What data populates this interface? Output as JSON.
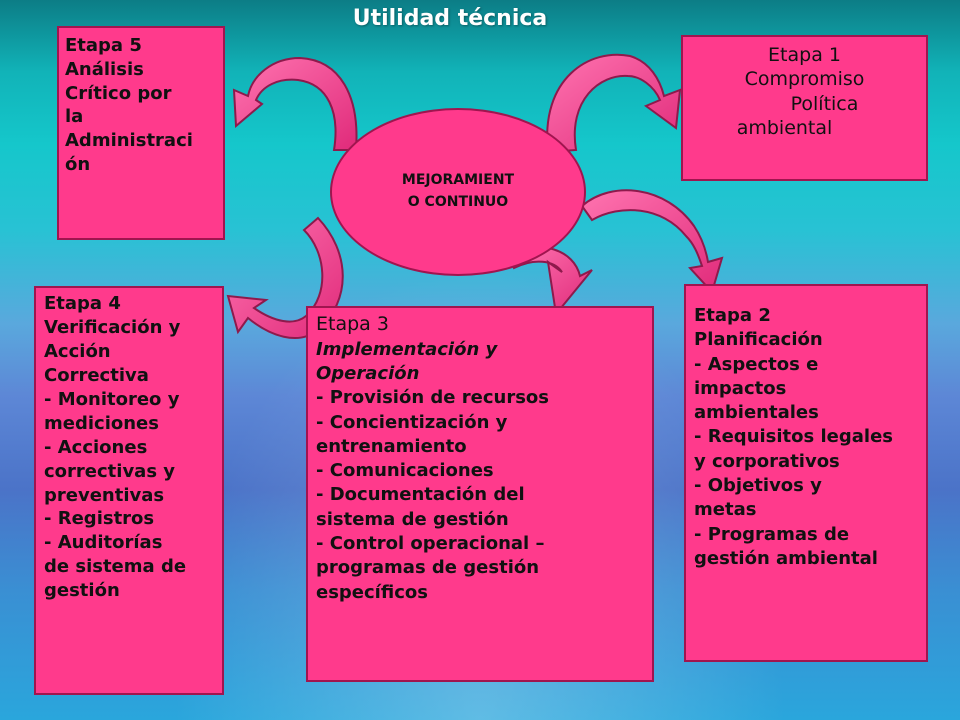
{
  "title": "Utilidad técnica",
  "center": {
    "lines": [
      "MEJORAMIENT",
      "O CONTINUO"
    ]
  },
  "etapa5": {
    "lines": [
      "Etapa 5",
      "Análisis",
      "Crítico por",
      "la",
      "Administraci",
      "ón"
    ]
  },
  "etapa1": {
    "lines": [
      "Etapa 1",
      "Compromiso",
      "Política",
      "ambiental"
    ]
  },
  "etapa4": {
    "lines": [
      "Etapa 4",
      "Verificación y",
      "Acción",
      "Correctiva",
      "- Monitoreo y",
      "mediciones",
      "- Acciones",
      "correctivas y",
      "preventivas",
      "- Registros",
      "- Auditorías",
      "de sistema de",
      "gestión"
    ]
  },
  "etapa3": {
    "heading": "Etapa 3",
    "subtitle_lines": [
      "Implementación y",
      "Operación"
    ],
    "lines": [
      "- Provisión de recursos",
      "- Concientización y",
      "entrenamiento",
      "- Comunicaciones",
      "- Documentación del",
      "sistema de gestión",
      "- Control operacional –",
      "programas de gestión",
      "específicos"
    ]
  },
  "etapa2": {
    "lines": [
      "Etapa 2",
      "Planificación",
      "- Aspectos e",
      "impactos",
      "ambientales",
      "- Requisitos legales",
      "y corporativos",
      "- Objetivos y",
      "metas",
      "- Programas de",
      "gestión ambiental"
    ]
  },
  "colors": {
    "box_fill": "#ff3a8c",
    "box_border": "#a0154f",
    "arrow_fill": "#ff4d97",
    "arrow_stroke": "#8e1a4c"
  }
}
